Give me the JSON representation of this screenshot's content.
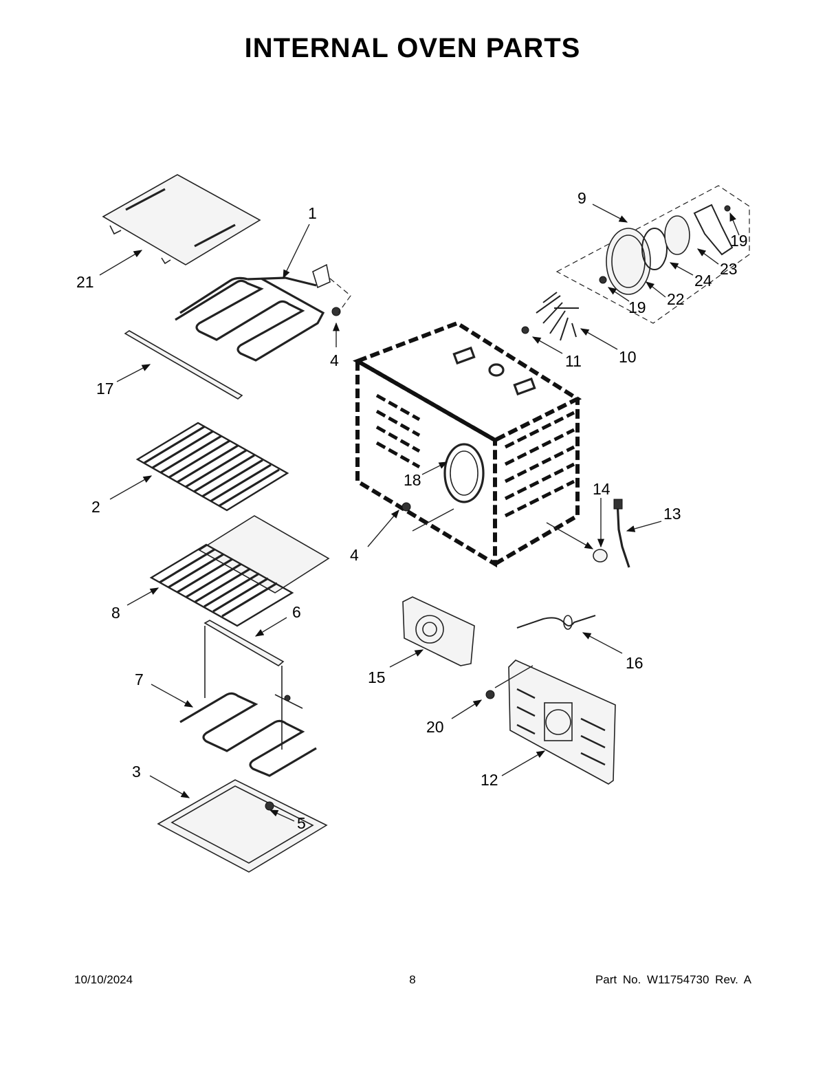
{
  "page": {
    "title": "INTERNAL  OVEN  PARTS",
    "footer_date": "10/10/2024",
    "footer_page": "8",
    "footer_part": "Part No.  W11754730  Rev.  A"
  },
  "callouts": [
    "1",
    "21",
    "17",
    "4",
    "2",
    "4",
    "8",
    "6",
    "7",
    "3",
    "5",
    "9",
    "19",
    "23",
    "24",
    "22",
    "19",
    "11",
    "10",
    "18",
    "14",
    "13",
    "15",
    "16",
    "20",
    "12"
  ]
}
